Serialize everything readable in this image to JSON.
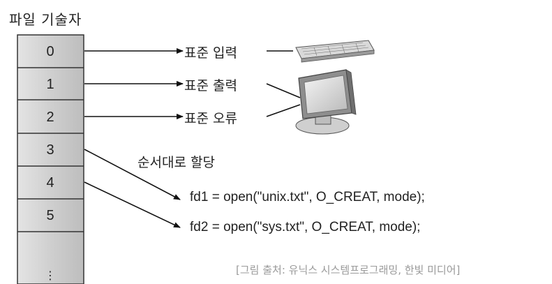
{
  "title": "파일 기술자",
  "fd_table": {
    "entries": [
      "0",
      "1",
      "2",
      "3",
      "4",
      "5",
      "⋮"
    ]
  },
  "streams": [
    {
      "label": "표준 입력",
      "device": "keyboard-icon"
    },
    {
      "label": "표준 출력",
      "device": "monitor-icon"
    },
    {
      "label": "표준 오류",
      "device": "monitor-icon"
    }
  ],
  "allocation_note": "순서대로 할당",
  "code_lines": [
    "fd1 = open(\"unix.txt\", O_CREAT, mode);",
    "fd2 = open(\"sys.txt\", O_CREAT, mode);"
  ],
  "caption": "[그림 출처: 유닉스 시스템프로그래밍, 한빛 미디어]"
}
